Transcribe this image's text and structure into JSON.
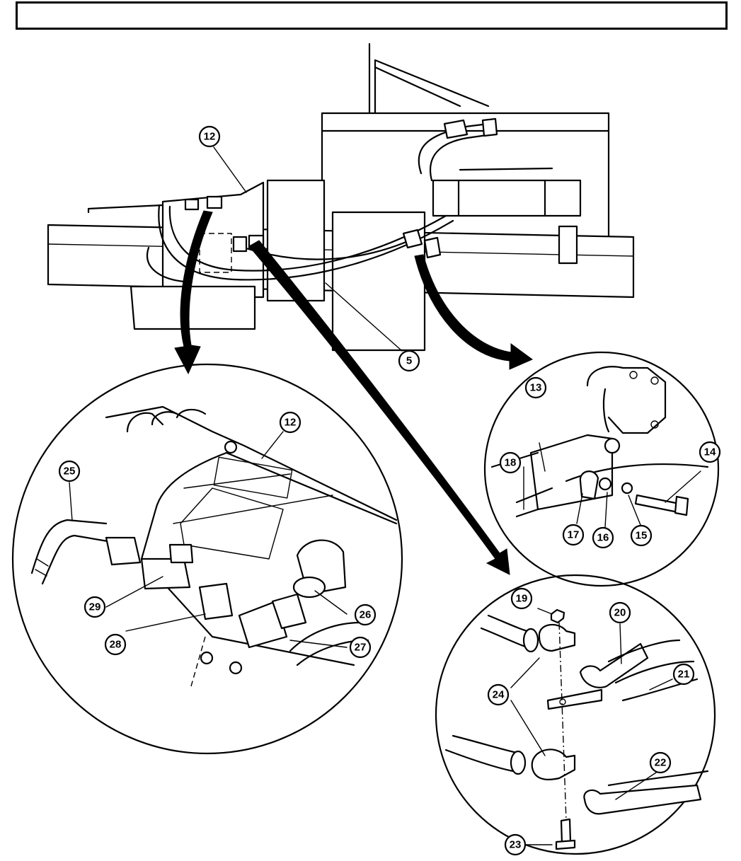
{
  "figure": {
    "title_box_text": "",
    "callouts": {
      "c5": "5",
      "c12_top": "12",
      "c12_detail": "12",
      "c13": "13",
      "c14": "14",
      "c15": "15",
      "c16": "16",
      "c17": "17",
      "c18": "18",
      "c19": "19",
      "c20": "20",
      "c21": "21",
      "c22": "22",
      "c23": "23",
      "c24": "24",
      "c25": "25",
      "c26": "26",
      "c27": "27",
      "c28": "28",
      "c29": "29"
    }
  }
}
